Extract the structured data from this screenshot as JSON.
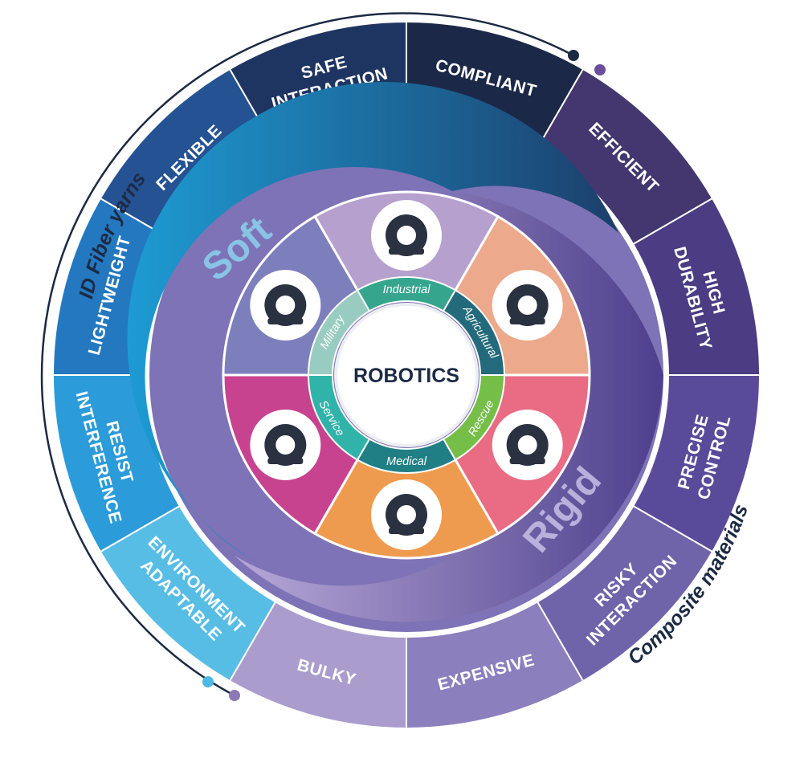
{
  "center": {
    "title": "ROBOTICS"
  },
  "arc_labels": {
    "left": "ID Fiber yarns",
    "right": "Composite materials"
  },
  "big_words": {
    "soft": "Soft",
    "rigid": "Rigid"
  },
  "outer_ring": [
    {
      "lines": [
        "SAFE",
        "INTERACTION"
      ],
      "color": "#1f3561"
    },
    {
      "lines": [
        "COMPLIANT"
      ],
      "color": "#1c2848"
    },
    {
      "lines": [
        "EFFICIENT"
      ],
      "color": "#44376f"
    },
    {
      "lines": [
        "HIGH",
        "DURABILITY"
      ],
      "color": "#4b3c83"
    },
    {
      "lines": [
        "PRECISE",
        "CONTROL"
      ],
      "color": "#5a4b9a"
    },
    {
      "lines": [
        "RISKY",
        "INTERACTION"
      ],
      "color": "#6f64aa"
    },
    {
      "lines": [
        "EXPENSIVE"
      ],
      "color": "#8c7fbd"
    },
    {
      "lines": [
        "BULKY"
      ],
      "color": "#aa9dcd"
    },
    {
      "lines": [
        "ENVIRONMENT",
        "ADAPTABLE"
      ],
      "color": "#57bde5"
    },
    {
      "lines": [
        "RESIST",
        "INTERFERENCE"
      ],
      "color": "#2b9bd9"
    },
    {
      "lines": [
        "LIGHTWEIGHT"
      ],
      "color": "#2478bf"
    },
    {
      "lines": [
        "FLEXIBLE"
      ],
      "color": "#245293"
    }
  ],
  "sectors": [
    {
      "icon": "industrial-robot-arm-icon",
      "color": "#b6a0ce"
    },
    {
      "icon": "agricultural-tractor-icon",
      "color": "#eca98b"
    },
    {
      "icon": "rescue-robot-icon",
      "color": "#ea6b84"
    },
    {
      "icon": "medical-surgical-robot-icon",
      "color": "#ef9b4f"
    },
    {
      "icon": "service-robot-icon",
      "color": "#c8438f"
    },
    {
      "icon": "military-drone-icon",
      "color": "#7d7fbd"
    }
  ],
  "inner_ring": [
    {
      "label": "Industrial",
      "color": "#36a58e"
    },
    {
      "label": "Agricultural",
      "color": "#236a7c"
    },
    {
      "label": "Rescue",
      "color": "#75bf49"
    },
    {
      "label": "Medical",
      "color": "#1f7f84"
    },
    {
      "label": "Service",
      "color": "#30b3a8"
    },
    {
      "label": "Military",
      "color": "#99ccc0"
    }
  ]
}
